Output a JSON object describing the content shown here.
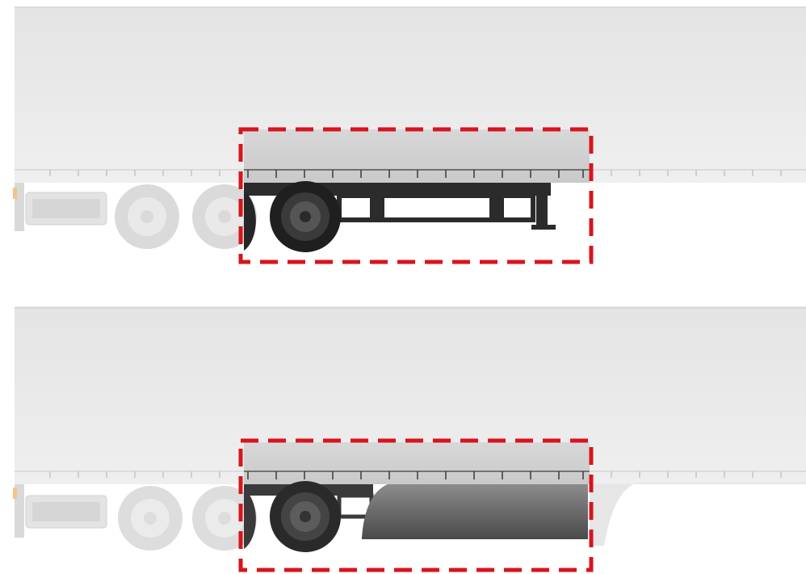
{
  "figure": {
    "panels": [
      {
        "id": "top",
        "variant": "chassis-exposed",
        "highlighted_section": "rear-axle-chassis"
      },
      {
        "id": "bottom",
        "variant": "aerodynamic-side-skirt",
        "highlighted_section": "rear-axle-side-skirt"
      }
    ]
  },
  "colors": {
    "highlight_border": "#d7141e",
    "trailer_body": "#e9e9e9",
    "chassis_dark": "#2b2b2b",
    "skirt_gradient_top": "#8c8c8c",
    "skirt_gradient_bottom": "#4a4a4a"
  },
  "icons": [
    "wheel-icon",
    "landing-leg-icon",
    "tail-light-icon"
  ]
}
